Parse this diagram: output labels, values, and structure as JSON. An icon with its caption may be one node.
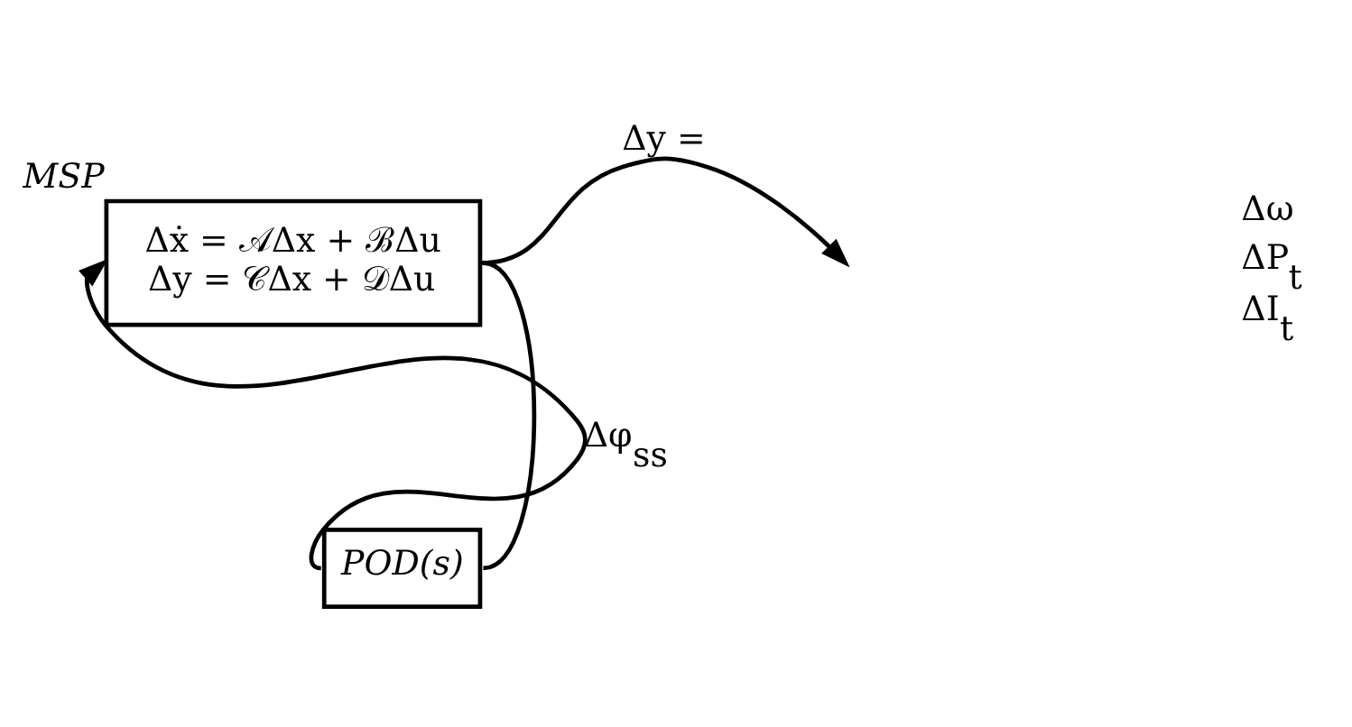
{
  "diagram": {
    "nodes": [
      {
        "text": [
          "MSP",
          "Δẋ = 𝒜Δx + ℬΔu",
          "Δy = 𝒞Δx + 𝒟Δu"
        ]
      },
      {
        "text": [
          "POD(s)"
        ]
      }
    ],
    "edges": [
      {
        "from": 0,
        "to": 1,
        "arrow": "none"
      },
      {
        "from": 1,
        "to": 0,
        "arrow": "to",
        "label": "Δφ$_{ss}$"
      },
      {
        "from": 0,
        "to": null,
        "arrow": "to",
        "label": "Δy ="
      }
    ],
    "labels": [
      "Δω",
      "ΔP$_{t}$",
      "ΔI$_{t}$"
    ]
  }
}
